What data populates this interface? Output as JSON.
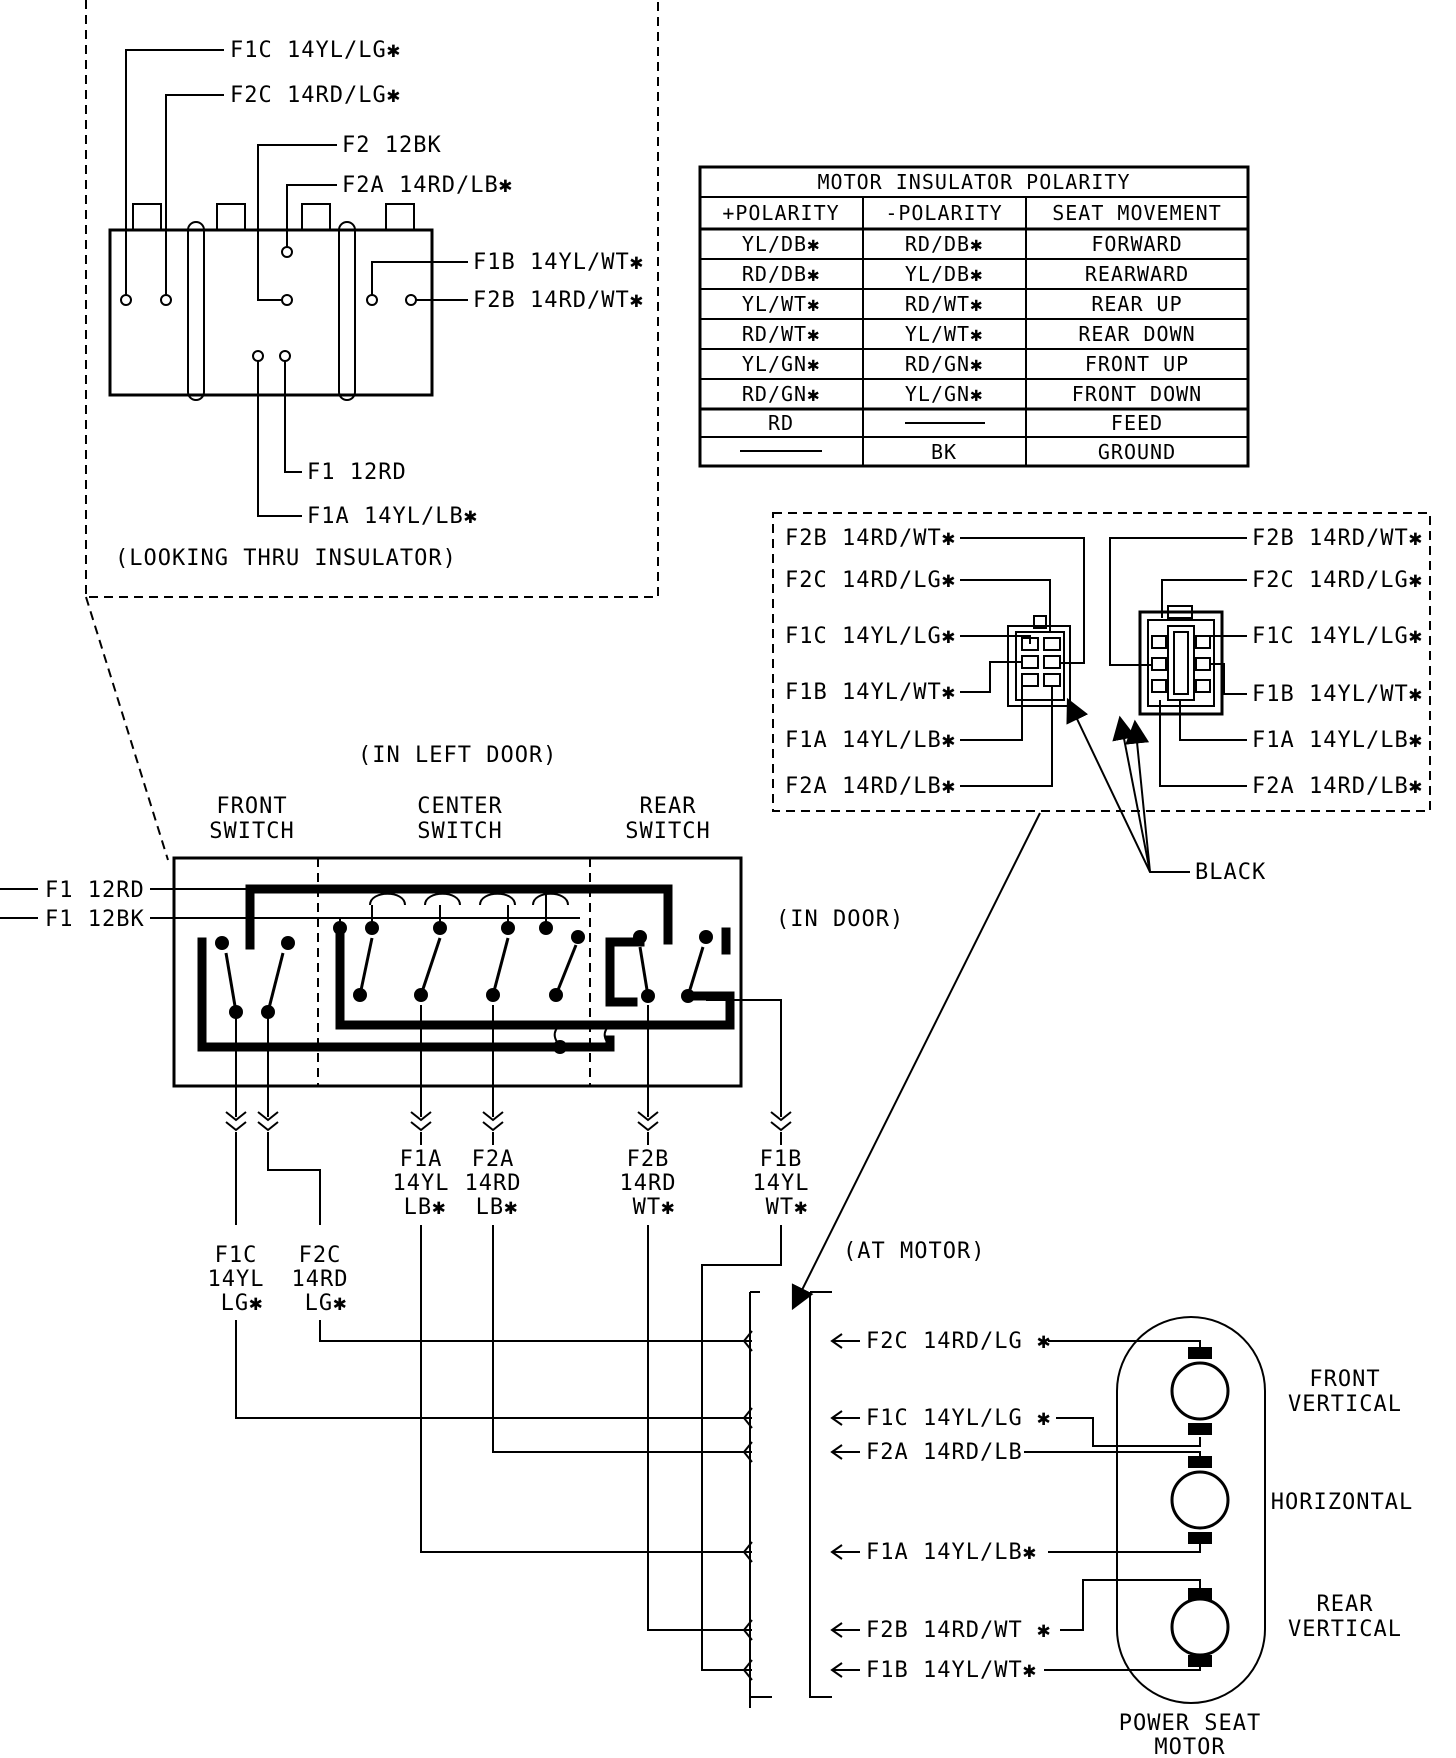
{
  "insulator": {
    "note": "(LOOKING THRU INSULATOR)",
    "labels": [
      "F1C 14YL/LG✱",
      "F2C 14RD/LG✱",
      "F2 12BK",
      "F2A 14RD/LB✱",
      "F1B 14YL/WT✱",
      "F2B 14RD/WT✱",
      "F1 12RD",
      "F1A 14YL/LB✱"
    ]
  },
  "polarity_table": {
    "title": "MOTOR INSULATOR POLARITY",
    "headers": [
      "+POLARITY",
      "-POLARITY",
      "SEAT MOVEMENT"
    ],
    "rows": [
      [
        "YL/DB✱",
        "RD/DB✱",
        "FORWARD"
      ],
      [
        "RD/DB✱",
        "YL/DB✱",
        "REARWARD"
      ],
      [
        "YL/WT✱",
        "RD/WT✱",
        "REAR UP"
      ],
      [
        "RD/WT✱",
        "YL/WT✱",
        "REAR DOWN"
      ],
      [
        "YL/GN✱",
        "RD/GN✱",
        "FRONT UP"
      ],
      [
        "RD/GN✱",
        "YL/GN✱",
        "FRONT DOWN"
      ],
      [
        "RD",
        "",
        "FEED"
      ],
      [
        "",
        "BK",
        "GROUND"
      ]
    ]
  },
  "connector_box": {
    "left_labels": [
      "F2B 14RD/WT✱",
      "F2C 14RD/LG✱",
      "F1C 14YL/LG✱",
      "F1B 14YL/WT✱",
      "F1A 14YL/LB✱",
      "F2A 14RD/LB✱"
    ],
    "right_labels": [
      "F2B 14RD/WT✱",
      "F2C 14RD/LG✱",
      "F1C 14YL/LG✱",
      "F1B 14YL/WT✱",
      "F1A 14YL/LB✱",
      "F2A 14RD/LB✱"
    ],
    "black_label": "BLACK"
  },
  "switch_block": {
    "location": "(IN LEFT DOOR)",
    "front": [
      "FRONT",
      "SWITCH"
    ],
    "center": [
      "CENTER",
      "SWITCH"
    ],
    "rear": [
      "REAR",
      "SWITCH"
    ],
    "in_door": "(IN DOOR)",
    "inputs": [
      "F1 12RD",
      "F1 12BK"
    ]
  },
  "wires": [
    [
      "F1A",
      "14YL",
      "LB✱"
    ],
    [
      "F2A",
      "14RD",
      "LB✱"
    ],
    [
      "F2B",
      "14RD",
      "WT✱"
    ],
    [
      "F1B",
      "14YL",
      "WT✱"
    ],
    [
      "F1C",
      "14YL",
      "LG✱"
    ],
    [
      "F2C",
      "14RD",
      "LG✱"
    ]
  ],
  "motor_section": {
    "at_motor": "(AT MOTOR)",
    "labels": [
      "F2C 14RD/LG ✱",
      "F1C 14YL/LG ✱",
      "F2A 14RD/LB",
      "F1A 14YL/LB✱",
      "F2B 14RD/WT ✱",
      "F1B 14YL/WT✱"
    ],
    "motors": [
      [
        "FRONT",
        "VERTICAL"
      ],
      [
        "HORIZONTAL"
      ],
      [
        "REAR",
        "VERTICAL"
      ]
    ],
    "assembly": [
      "POWER SEAT",
      "MOTOR"
    ]
  }
}
